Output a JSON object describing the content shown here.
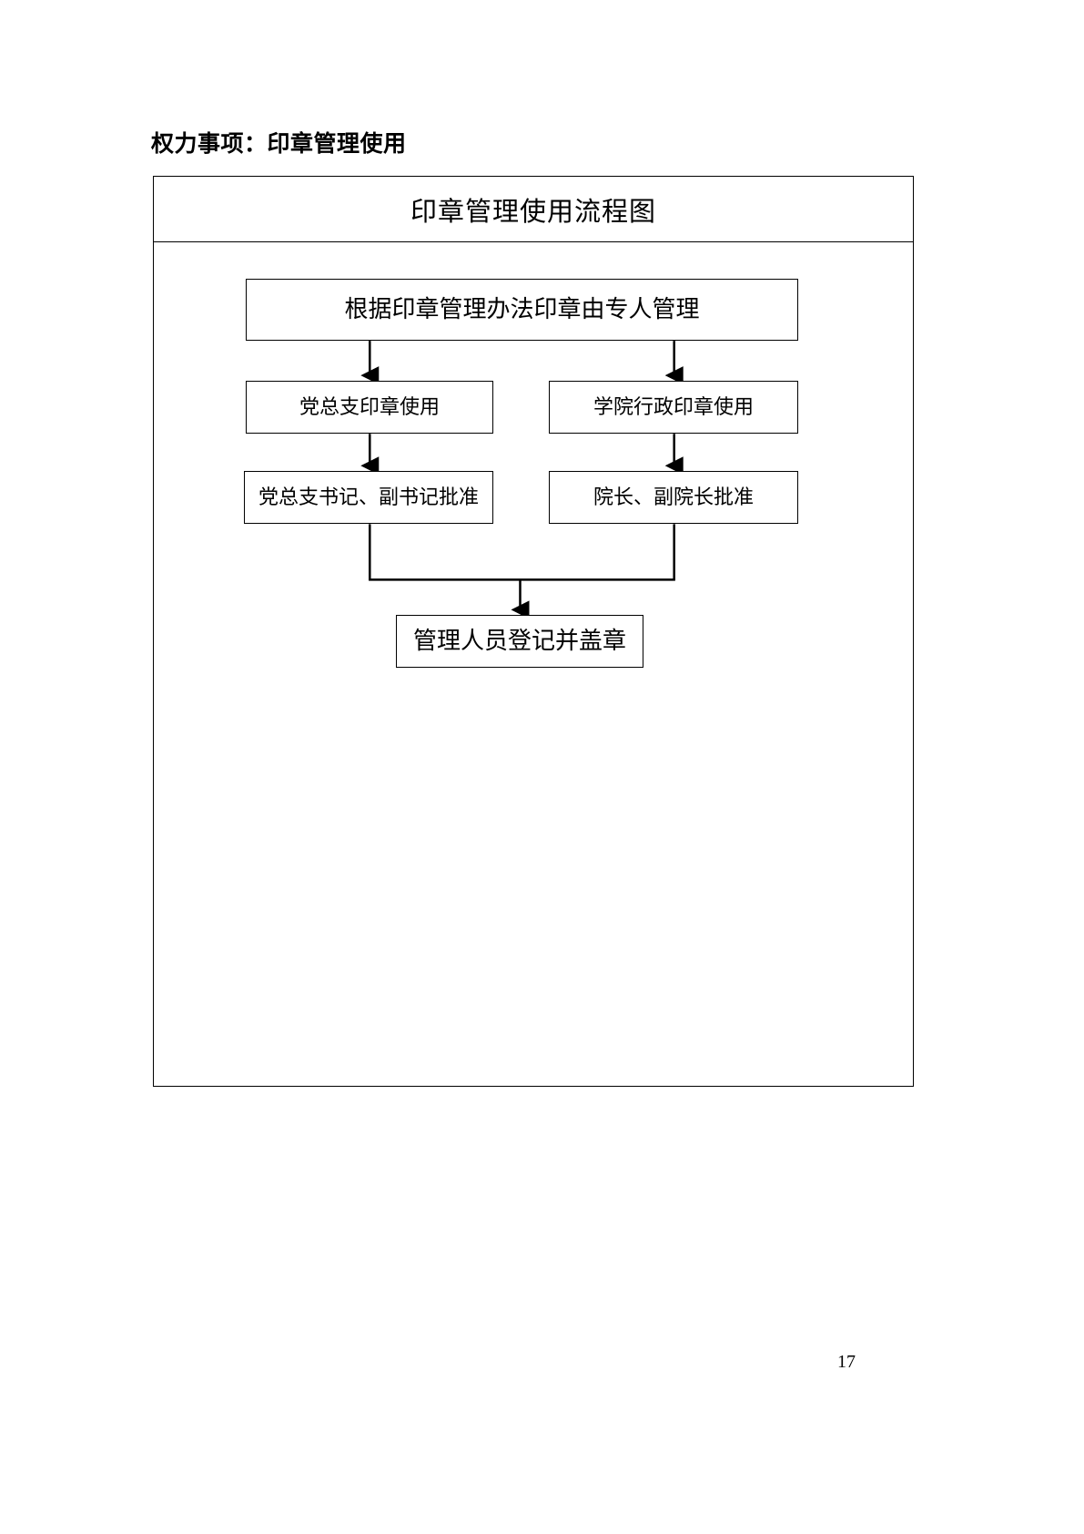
{
  "document": {
    "heading": "权力事项：印章管理使用",
    "page_number": "17",
    "ink_color": "#000000",
    "paper_color": "#ffffff"
  },
  "flowchart": {
    "title": "印章管理使用流程图",
    "nodes": [
      {
        "id": "root",
        "label": "根据印章管理办法印章由专人管理"
      },
      {
        "id": "party-use",
        "label": "党总支印章使用"
      },
      {
        "id": "admin-use",
        "label": "学院行政印章使用"
      },
      {
        "id": "party-approve",
        "label": "党总支书记、副书记批准"
      },
      {
        "id": "admin-approve",
        "label": "院长、副院长批准"
      },
      {
        "id": "register",
        "label": "管理人员登记并盖章"
      }
    ],
    "edges": [
      {
        "from": "root",
        "to": "party-use",
        "style": "arrow-down"
      },
      {
        "from": "root",
        "to": "admin-use",
        "style": "arrow-down"
      },
      {
        "from": "party-use",
        "to": "party-approve",
        "style": "arrow-down"
      },
      {
        "from": "admin-use",
        "to": "admin-approve",
        "style": "arrow-down"
      },
      {
        "from": "party-approve",
        "to": "register",
        "style": "elbow-merge-arrow-down"
      },
      {
        "from": "admin-approve",
        "to": "register",
        "style": "elbow-merge-arrow-down"
      }
    ]
  }
}
